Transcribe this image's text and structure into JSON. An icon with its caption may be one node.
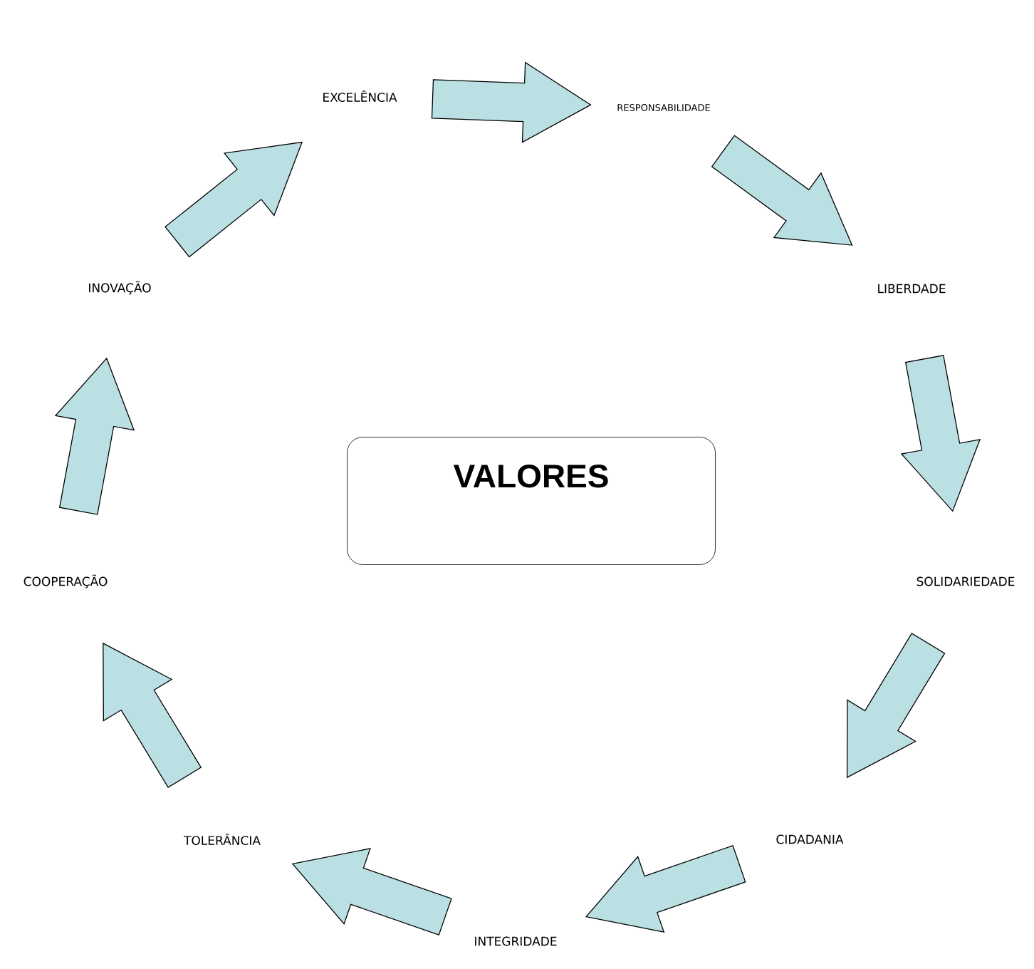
{
  "diagram": {
    "nodes": [
      {
        "text": [
          "VALORES"
        ]
      },
      {
        "text": [
          "EXCELÊNCIA"
        ]
      },
      {
        "text": [
          "RESPONSABILIDADE"
        ]
      },
      {
        "text": [
          "LIBERDADE"
        ]
      },
      {
        "text": [
          "SOLIDARIEDADE"
        ]
      },
      {
        "text": [
          "CIDADANIA"
        ]
      },
      {
        "text": [
          "INTEGRIDADE"
        ]
      },
      {
        "text": [
          "TOLERÂNCIA"
        ]
      },
      {
        "text": [
          "COOPERAÇÃO"
        ]
      },
      {
        "text": [
          "INOVAÇÃO"
        ]
      }
    ],
    "edges": [
      {
        "from": 1,
        "to": 2,
        "arrow": "to"
      },
      {
        "from": 2,
        "to": 3,
        "arrow": "to"
      },
      {
        "from": 3,
        "to": 4,
        "arrow": "to"
      },
      {
        "from": 4,
        "to": 5,
        "arrow": "to"
      },
      {
        "from": 5,
        "to": 6,
        "arrow": "to"
      },
      {
        "from": 6,
        "to": 7,
        "arrow": "to"
      },
      {
        "from": 7,
        "to": 8,
        "arrow": "to"
      },
      {
        "from": 8,
        "to": 9,
        "arrow": "to"
      },
      {
        "from": 9,
        "to": 1,
        "arrow": "to"
      }
    ]
  }
}
